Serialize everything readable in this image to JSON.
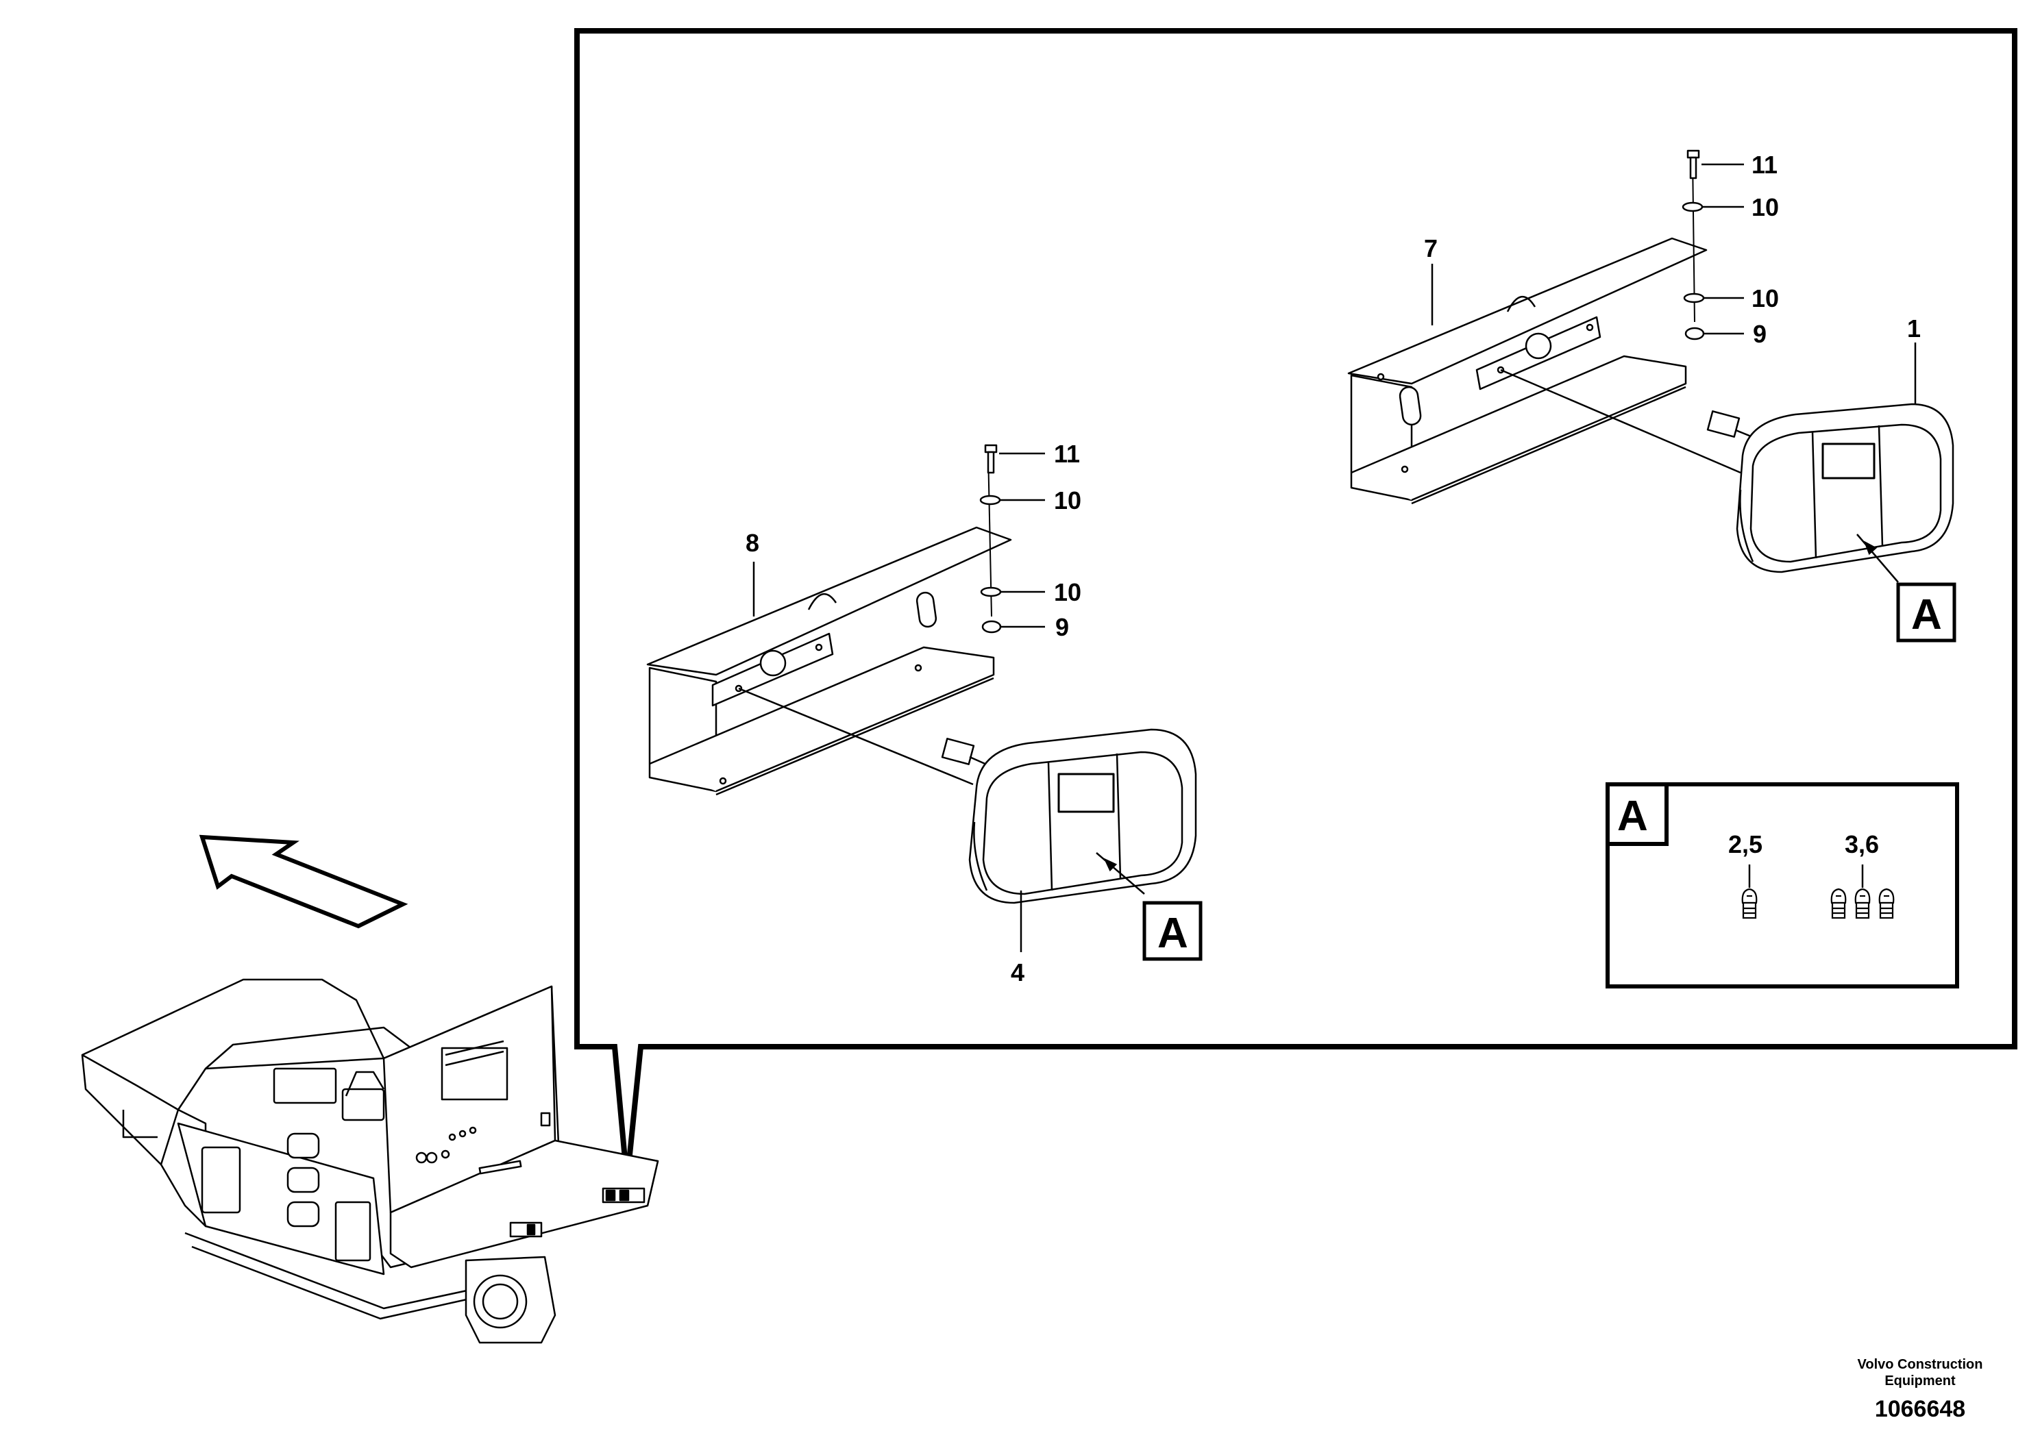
{
  "labels": {
    "l1": "1",
    "l4": "4",
    "l7": "7",
    "l8": "8",
    "l9a": "9",
    "l9b": "9",
    "l10a": "10",
    "l10b": "10",
    "l10c": "10",
    "l10d": "10",
    "l11a": "11",
    "l11b": "11"
  },
  "callouts": {
    "detail_a_lamp_left": "A",
    "detail_a_lamp_right": "A",
    "detail_a_box": "A"
  },
  "detail_box": {
    "bulb_group_1": "2,5",
    "bulb_group_2": "3,6"
  },
  "footer": {
    "company_line1": "Volvo Construction",
    "company_line2": "Equipment",
    "figure_number": "1066648"
  }
}
